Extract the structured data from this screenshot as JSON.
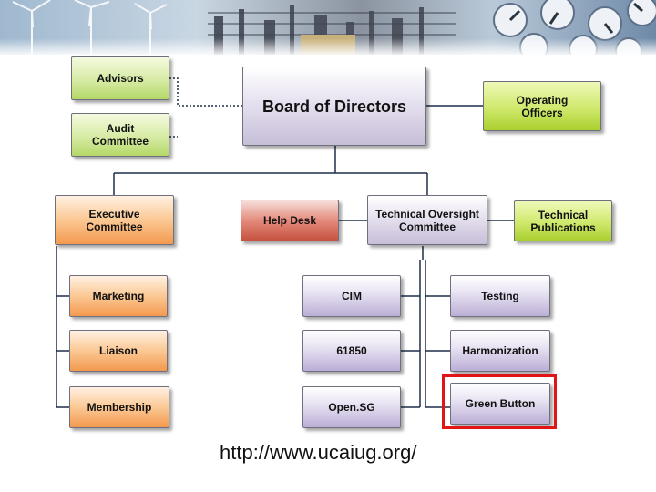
{
  "nodes": {
    "advisors": "Advisors",
    "audit": "Audit\nCommittee",
    "board": "Board of Directors",
    "operating": "Operating\nOfficers",
    "executive": "Executive\nCommittee",
    "helpdesk": "Help Desk",
    "tech_oversight": "Technical Oversight\nCommittee",
    "tech_pubs": "Technical\nPublications",
    "marketing": "Marketing",
    "liaison": "Liaison",
    "membership": "Membership",
    "cim": "CIM",
    "iec61850": "61850",
    "opensg": "Open.SG",
    "testing": "Testing",
    "harmonization": "Harmonization",
    "green_button": "Green Button"
  },
  "footer": {
    "url": "http://www.ucaiug.org/"
  },
  "colors": {
    "highlight": "#e01616",
    "green_box": "#d6eba4",
    "orange_box": "#f3994e",
    "purple_box": "#bcaed6",
    "red_box": "#c5523f"
  }
}
